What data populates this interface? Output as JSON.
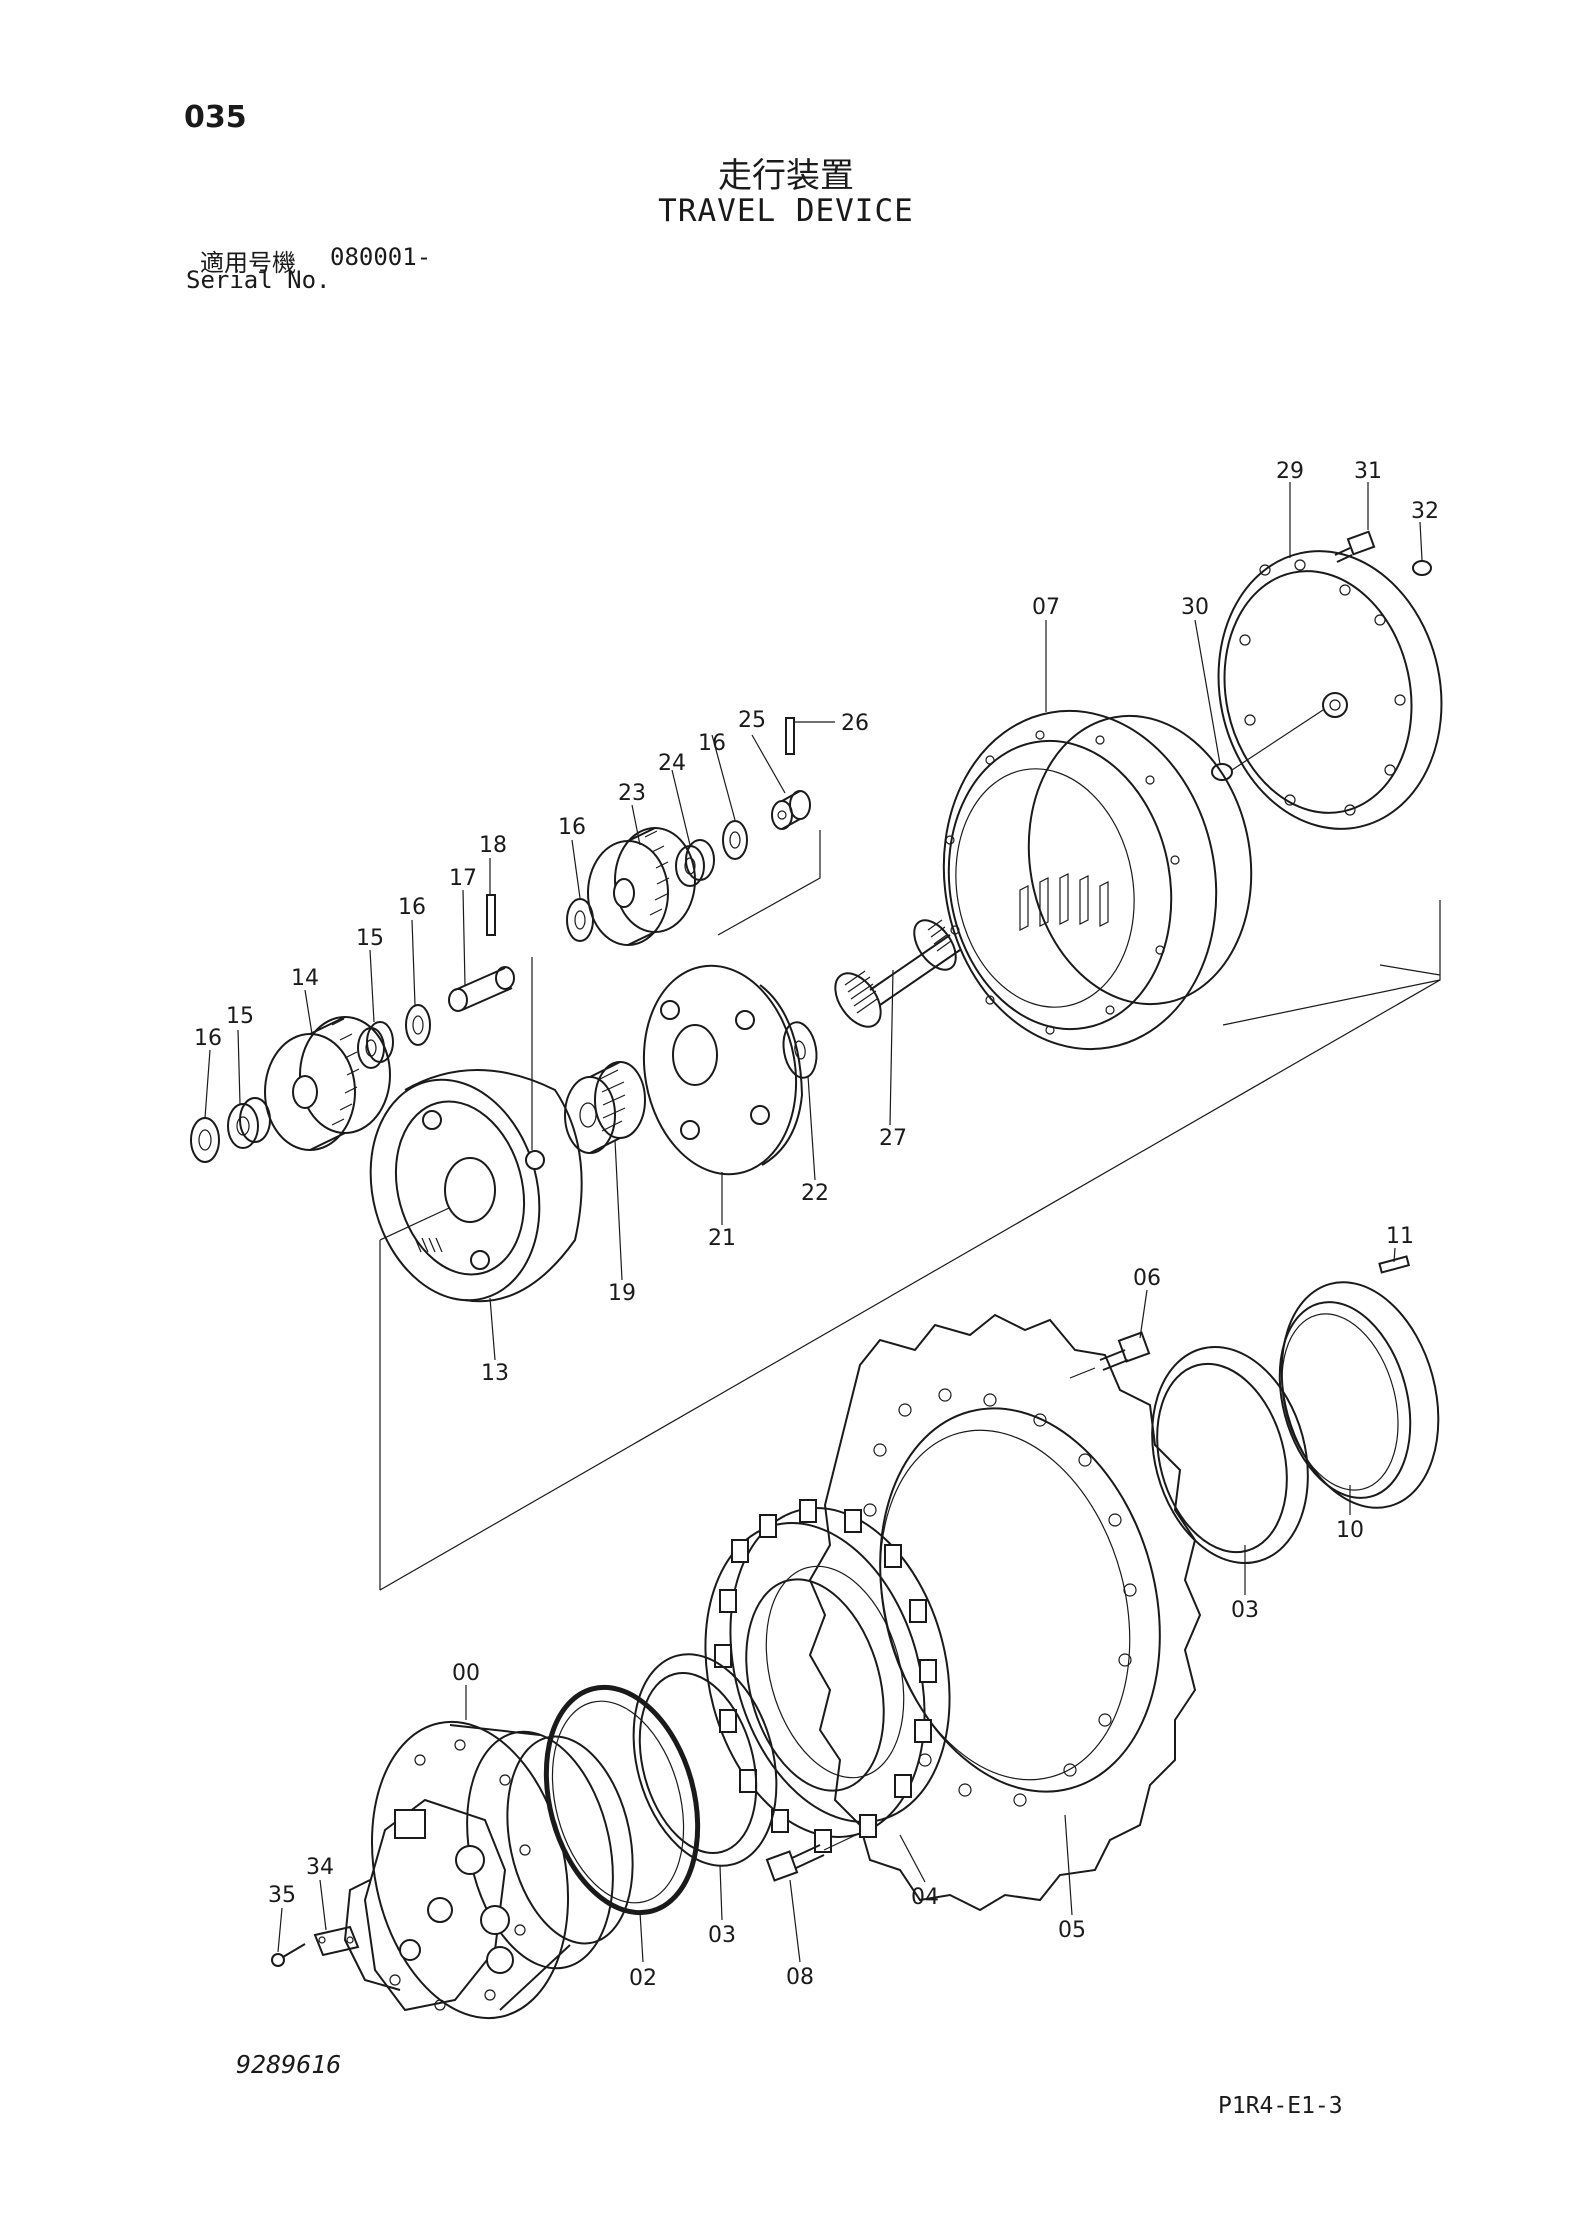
{
  "header": {
    "page_number": "035",
    "title_jp": "走行装置",
    "title_en": "TRAVEL DEVICE",
    "serial_label_jp": "適用号機",
    "serial_value": "080001-",
    "serial_label_en": "Serial No."
  },
  "footer": {
    "drawing_number": "9289616",
    "page_code": "P1R4-E1-3"
  },
  "part_labels": [
    "29",
    "31",
    "32",
    "07",
    "30",
    "25",
    "26",
    "16",
    "24",
    "23",
    "16",
    "18",
    "17",
    "16",
    "15",
    "14",
    "16",
    "15",
    "27",
    "22",
    "21",
    "19",
    "13",
    "11",
    "06",
    "10",
    "03",
    "00",
    "34",
    "35",
    "02",
    "03",
    "08",
    "04",
    "05"
  ]
}
